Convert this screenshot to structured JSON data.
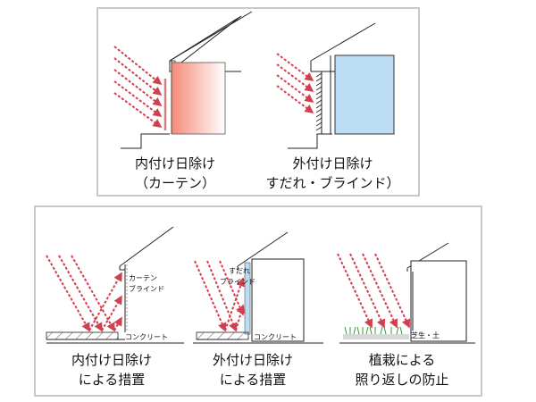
{
  "top_panel": {
    "left": {
      "caption_line1": "内付け日除け",
      "caption_line2": "（カーテン）"
    },
    "right": {
      "caption_line1": "外付け日除け",
      "caption_line2": "すだれ・ブラインド）"
    }
  },
  "bottom_panel": {
    "left": {
      "label_shade_1": "カーテン",
      "label_shade_2": "ブラインド",
      "label_ground": "コンクリート",
      "caption_line1": "内付け日除け",
      "caption_line2": "による措置"
    },
    "middle": {
      "label_shade_1": "すだれ",
      "label_shade_2": "ブラインド",
      "label_ground": "コンクリート",
      "caption_line1": "外付け日除け",
      "caption_line2": "による措置"
    },
    "right": {
      "label_ground": "芝生・土",
      "caption_line1": "植栽による",
      "caption_line2": "照り返しの防止"
    }
  },
  "colors": {
    "sun_ray": "#d0404f",
    "interior_warm": "#f48a78",
    "interior_cool": "#bcdcf4",
    "frame": "#c8c8c8",
    "line": "#222222"
  },
  "icons": [
    "sun-ray-arrows",
    "house-outline",
    "window-shade",
    "concrete-hatch",
    "grass"
  ]
}
